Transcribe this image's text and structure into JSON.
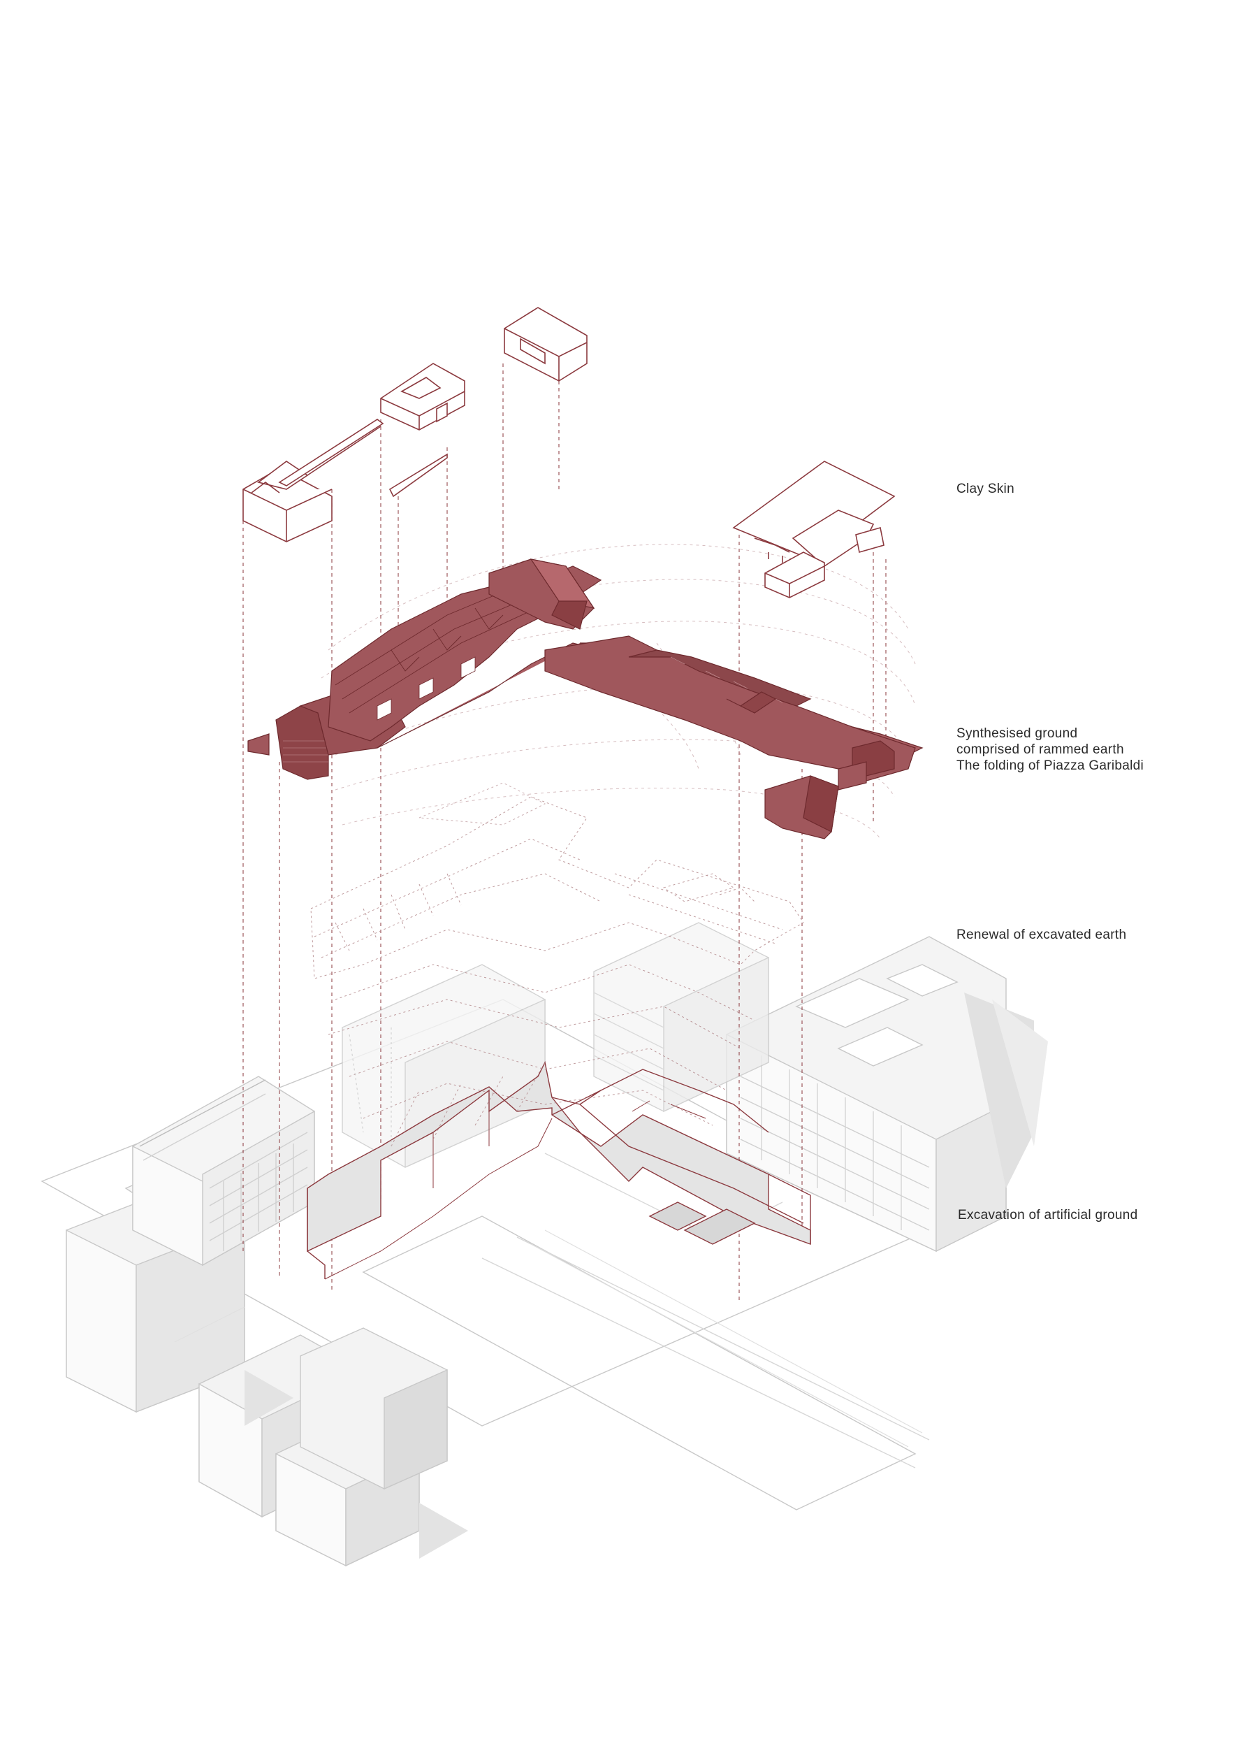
{
  "colors": {
    "accent": "#8c3a3f",
    "accent_fill": "#a0575c",
    "accent_dark": "#6e2a2e",
    "context_line": "#c8c8c8",
    "context_fill": "#ededed",
    "context_shadow": "#dcdcdc",
    "background": "#ffffff"
  },
  "labels": {
    "clay_skin": "Clay Skin",
    "synthesised_ground": [
      "Synthesised ground",
      "comprised of rammed earth",
      "The folding of Piazza Garibaldi"
    ],
    "renewal": "Renewal of excavated earth",
    "excavation": "Excavation of artificial ground"
  }
}
